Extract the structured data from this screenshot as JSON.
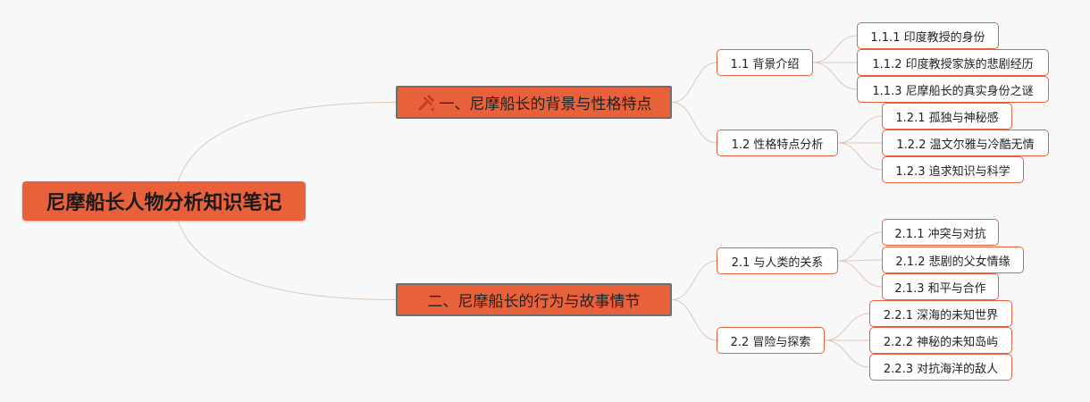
{
  "root": {
    "title": "尼摩船长人物分析知识笔记"
  },
  "branches": [
    {
      "label": "一、尼摩船长的背景与性格特点",
      "icon": "tools-icon",
      "children": [
        {
          "label": "1.1 背景介绍",
          "children": [
            "1.1.1 印度教授的身份",
            "1.1.2 印度教授家族的悲剧经历",
            "1.1.3 尼摩船长的真实身份之谜"
          ]
        },
        {
          "label": "1.2 性格特点分析",
          "children": [
            "1.2.1 孤独与神秘感",
            "1.2.2 温文尔雅与冷酷无情",
            "1.2.3 追求知识与科学"
          ]
        }
      ]
    },
    {
      "label": "二、尼摩船长的行为与故事情节",
      "children": [
        {
          "label": "2.1 与人类的关系",
          "children": [
            "2.1.1 冲突与对抗",
            "2.1.2 悲剧的父女情缘",
            "2.1.3 和平与合作"
          ]
        },
        {
          "label": "2.2 冒险与探索",
          "children": [
            "2.2.1 深海的未知世界",
            "2.2.2 神秘的未知岛屿",
            "2.2.3 对抗海洋的敌人"
          ]
        }
      ]
    }
  ],
  "colors": {
    "accent": "#e8613a",
    "line": "#e0c8b8",
    "background": "#f8f8f8"
  }
}
